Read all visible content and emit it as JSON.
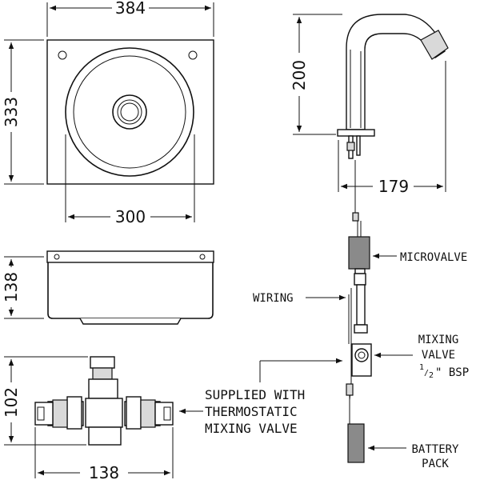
{
  "dimensions": {
    "basin_width": "384",
    "basin_height": "333",
    "bowl_width": "300",
    "basin_depth": "138",
    "tap_height": "200",
    "tap_reach": "179",
    "valve_height": "102",
    "valve_width": "138"
  },
  "labels": {
    "microvalve": "MICROVALVE",
    "wiring": "WIRING",
    "mixing_line1": "MIXING",
    "mixing_line2": "VALVE",
    "mixing_line3_sup": "1",
    "mixing_line3_sub": "2",
    "mixing_line3_rest": "\" BSP",
    "supplied_line1": "SUPPLIED WITH",
    "supplied_line2": "THERMOSTATIC",
    "supplied_line3": "MIXING VALVE",
    "battery_line1": "BATTERY",
    "battery_line2": "PACK"
  }
}
